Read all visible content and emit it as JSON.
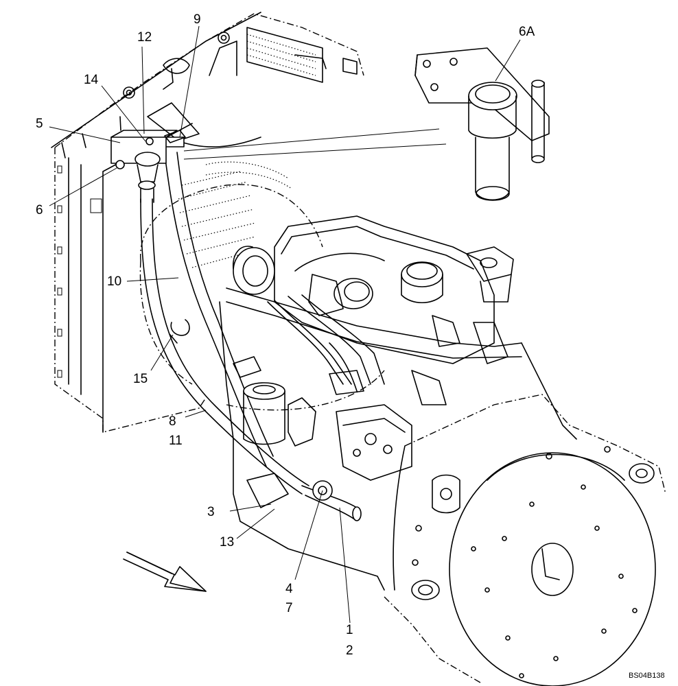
{
  "callouts": {
    "c1": "1",
    "c2": "2",
    "c3": "3",
    "c4": "4",
    "c5": "5",
    "c6": "6",
    "c6a": "6A",
    "c7": "7",
    "c8": "8",
    "c9": "9",
    "c10": "10",
    "c11": "11",
    "c12": "12",
    "c13": "13",
    "c14": "14",
    "c15": "15"
  },
  "drawing_code": "BS04B138",
  "icons": {
    "direction_arrow": "front-direction-arrow-icon"
  }
}
